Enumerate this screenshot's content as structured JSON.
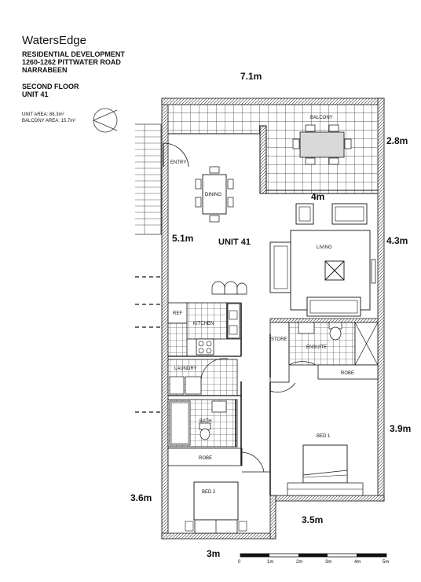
{
  "header": {
    "brand": "WatersEdge",
    "line1": "RESIDENTIAL DEVELOPMENT",
    "line2": "1260-1262 PITTWATER ROAD",
    "line3": "NARRABEEN",
    "floor": "SECOND FLOOR",
    "unit": "UNIT 41",
    "unit_area": "UNIT AREA:     86.3m²",
    "balcony_area": "BALCONY AREA:  15.7m²"
  },
  "plan": {
    "unit_name": "UNIT 41",
    "rooms": {
      "balcony": "BALCONY",
      "entry": "ENTRY",
      "dining": "DINING",
      "living": "LIVING",
      "kitchen": "KITCHEN",
      "ref": "REF",
      "store": "STORE",
      "ensuite": "ENSUITE",
      "robe_bed1": "ROBE",
      "laundry": "LAUNDRY",
      "bath": "BATH",
      "robe_bed2": "ROBE",
      "bed1": "BED 1",
      "bed2": "BED 2"
    },
    "dimensions": {
      "top": "7.1m",
      "balcony_h": "2.8m",
      "living_w": "4m",
      "dining_h": "5.1m",
      "living_h": "4.3m",
      "bed1_h": "3.9m",
      "bed2_h": "3.6m",
      "bed1_w": "3.5m",
      "bed2_w": "3m"
    },
    "scale": [
      "0",
      "1m",
      "2m",
      "3m",
      "4m",
      "5m"
    ]
  }
}
